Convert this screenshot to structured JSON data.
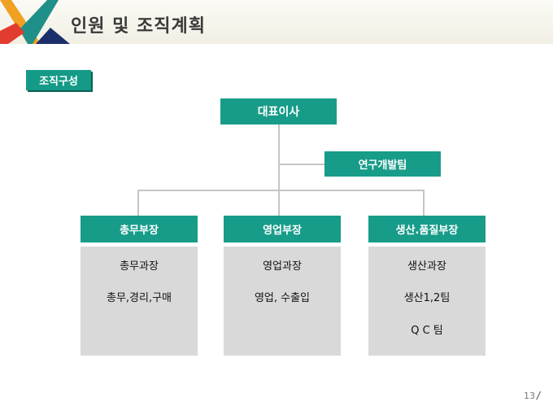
{
  "header": {
    "title": "인원 및 조직계획"
  },
  "section_label": "조직구성",
  "chart": {
    "ceo": "대표이사",
    "rnd_team": "연구개발팀",
    "departments": [
      {
        "name": "총무부장",
        "items": [
          "총무과장",
          "총무,경리,구매"
        ]
      },
      {
        "name": "영업부장",
        "items": [
          "영업과장",
          "영업, 수출입"
        ]
      },
      {
        "name": "생산.품질부장",
        "items": [
          "생산과장",
          "생산1,2팀",
          "Q C 팀"
        ]
      }
    ]
  },
  "page_number": "13",
  "colors": {
    "accent": "#179c89",
    "panel": "#d9d9d9",
    "connector": "#c5c5c5",
    "logo_orange": "#f0a022",
    "logo_red": "#e23c2e",
    "logo_teal": "#1f8f8a",
    "logo_navy": "#1d2f6a"
  }
}
